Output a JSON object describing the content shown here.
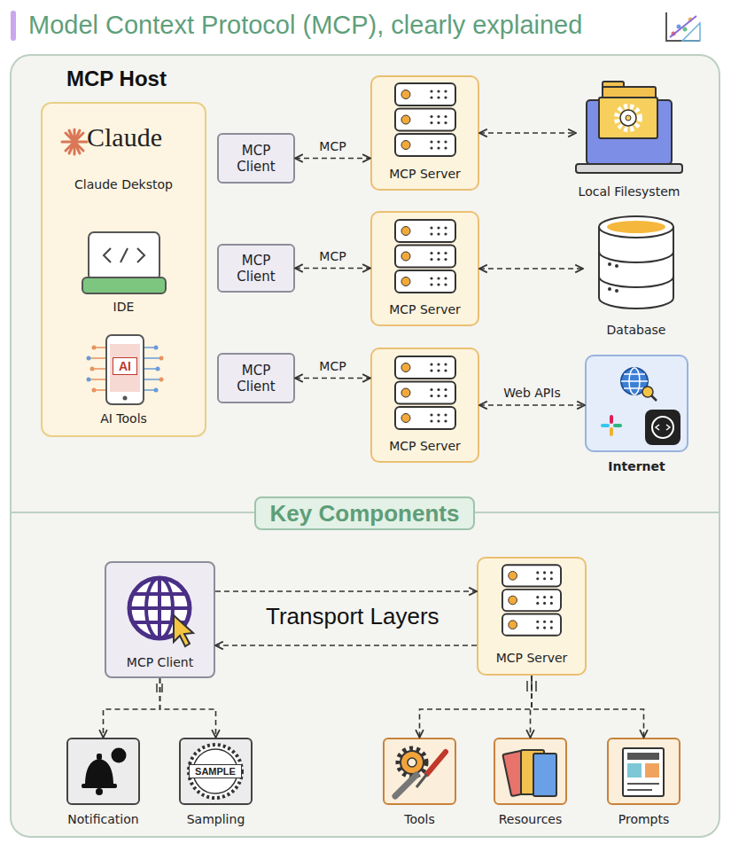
{
  "diagram": {
    "title": "Model Context Protocol (MCP), clearly explained",
    "nodes": [
      {
        "text": [
          "MCP Host"
        ]
      },
      {
        "text": [
          "MCP Client"
        ]
      },
      {
        "text": [
          "MCP Server"
        ]
      },
      {
        "text": [
          "Local Filesystem"
        ]
      },
      {
        "text": [
          "MCP Client"
        ]
      },
      {
        "text": [
          "MCP Server"
        ]
      },
      {
        "text": [
          "Database"
        ]
      },
      {
        "text": [
          "MCP Client"
        ]
      },
      {
        "text": [
          "MCP Server"
        ]
      },
      {
        "text": [
          "Internet"
        ]
      },
      {
        "text": [
          "MCP Client"
        ]
      },
      {
        "text": [
          "MCP Server"
        ]
      },
      {
        "text": [
          "Notification"
        ]
      },
      {
        "text": [
          "Sampling"
        ]
      },
      {
        "text": [
          "Tools"
        ]
      },
      {
        "text": [
          "Resources"
        ]
      },
      {
        "text": [
          "Prompts"
        ]
      }
    ],
    "edges": [
      {
        "from": 1,
        "to": 2,
        "label": "MCP",
        "arrow": "both"
      },
      {
        "from": 2,
        "to": 3,
        "arrow": "both"
      },
      {
        "from": 4,
        "to": 5,
        "label": "MCP",
        "arrow": "both"
      },
      {
        "from": 5,
        "to": 6,
        "arrow": "both"
      },
      {
        "from": 7,
        "to": 8,
        "label": "MCP",
        "arrow": "both"
      },
      {
        "from": 8,
        "to": 9,
        "label": "Web APIs",
        "arrow": "both"
      },
      {
        "from": 10,
        "to": 11,
        "arrow": "to"
      },
      {
        "from": 11,
        "to": 10,
        "arrow": "to"
      },
      {
        "from": 10,
        "to": 12,
        "arrow": "to"
      },
      {
        "from": 10,
        "to": 13,
        "arrow": "to"
      },
      {
        "from": 11,
        "to": 14,
        "arrow": "to"
      },
      {
        "from": 11,
        "to": 15,
        "arrow": "to"
      },
      {
        "from": 11,
        "to": 16,
        "arrow": "to"
      }
    ],
    "labels": [
      "Claude",
      "Claude Dekstop",
      "IDE",
      "AI",
      "AI Tools",
      "Key Components",
      "Transport Layers",
      "SAMPLE"
    ]
  }
}
